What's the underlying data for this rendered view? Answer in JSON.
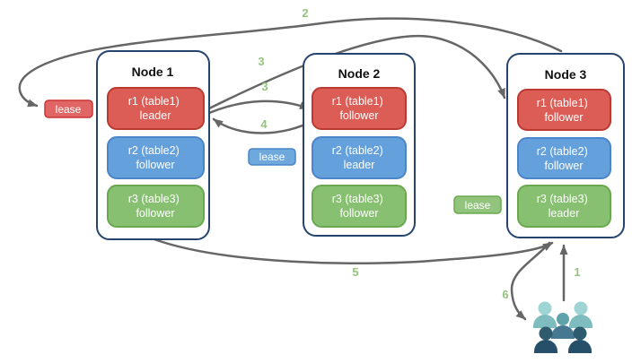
{
  "diagram": {
    "description": "Three-node replicated database diagram with leaseholder routing steps",
    "nodes": [
      {
        "title": "Node 1",
        "replicas": [
          {
            "name": "r1 (table1)",
            "role": "leader",
            "color_key": "red"
          },
          {
            "name": "r2 (table2)",
            "role": "follower",
            "color_key": "blue"
          },
          {
            "name": "r3 (table3)",
            "role": "follower",
            "color_key": "green"
          }
        ]
      },
      {
        "title": "Node 2",
        "replicas": [
          {
            "name": "r1 (table1)",
            "role": "follower",
            "color_key": "red"
          },
          {
            "name": "r2 (table2)",
            "role": "leader",
            "color_key": "blue"
          },
          {
            "name": "r3 (table3)",
            "role": "follower",
            "color_key": "green"
          }
        ]
      },
      {
        "title": "Node 3",
        "replicas": [
          {
            "name": "r1 (table1)",
            "role": "follower",
            "color_key": "red"
          },
          {
            "name": "r2 (table2)",
            "role": "follower",
            "color_key": "blue"
          },
          {
            "name": "r3 (table3)",
            "role": "leader",
            "color_key": "green"
          }
        ]
      }
    ],
    "leases": [
      {
        "label": "lease",
        "color_key": "red",
        "near": "Node 1 r1 leader"
      },
      {
        "label": "lease",
        "color_key": "blue",
        "near": "Node 2 r2 leader"
      },
      {
        "label": "lease",
        "color_key": "green",
        "near": "Node 3 r3 leader"
      }
    ],
    "steps": {
      "step1": "1",
      "step2": "2",
      "step3a": "3",
      "step3b": "3",
      "step4": "4",
      "step5": "5",
      "step6": "6"
    },
    "icons": {
      "users": "users-group-icon"
    },
    "colors": {
      "red_fill": "#dc5c56",
      "red_stroke": "#bb3a33",
      "blue_fill": "#64a0dc",
      "blue_stroke": "#4a86c8",
      "green_fill": "#87c070",
      "green_stroke": "#6aa84f",
      "lease_red_fill": "#e06666",
      "lease_blue_fill": "#6fa8dc",
      "lease_green_fill": "#93c47d",
      "node_border": "#27446e",
      "arrow": "#666666",
      "step_label": "#93c47d",
      "users_light_head": "#9ed4d4",
      "users_light_body": "#7fbcc0",
      "users_mid_head": "#61a2aa",
      "users_mid_body": "#477891",
      "users_dark_head": "#2e5b6e",
      "users_dark_body": "#26506a"
    }
  }
}
